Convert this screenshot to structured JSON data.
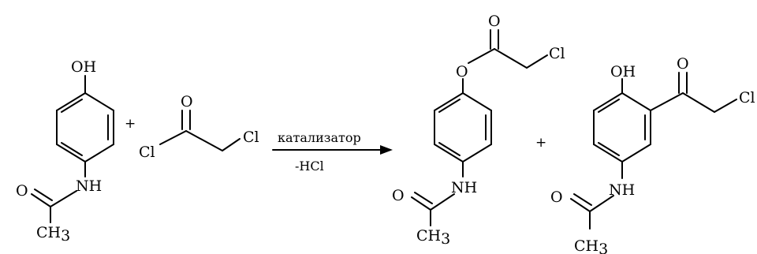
{
  "reagent1": {
    "oh": "OH",
    "o": "O",
    "nh": "NH",
    "ch": "CH",
    "sub": "3"
  },
  "plus1": "+",
  "reagent2": {
    "o": "O",
    "cl_left": "Cl",
    "cl_right": "Cl"
  },
  "arrow": {
    "above": "катализатор",
    "below": "-HCl"
  },
  "product1": {
    "o_ester": "O",
    "o_carbonyl": "O",
    "cl": "Cl",
    "o": "O",
    "nh": "NH",
    "ch": "CH",
    "sub": "3"
  },
  "plus2": "+",
  "product2": {
    "oh": "OH",
    "o_ketone": "O",
    "cl": "Cl",
    "o": "O",
    "nh": "NH",
    "ch": "CH",
    "sub": "3"
  }
}
